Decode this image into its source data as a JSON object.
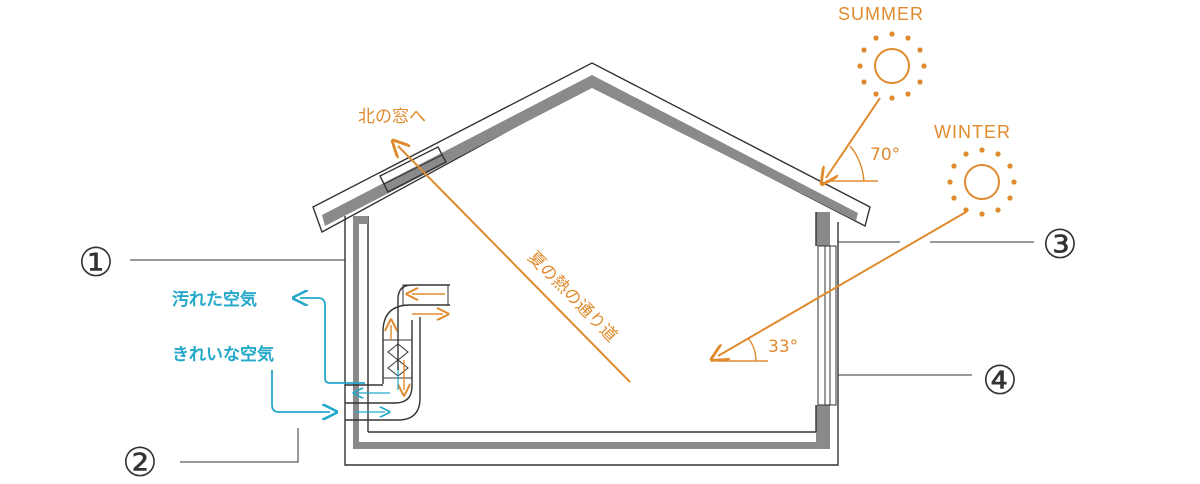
{
  "labels": {
    "summer": "SUMMER",
    "winter": "WINTER",
    "summer_angle": "70°",
    "winter_angle": "33°",
    "north_window": "北の窓へ",
    "heat_path": "夏の熱の通り道",
    "dirty_air": "汚れた空気",
    "clean_air": "きれいな空気"
  },
  "callouts": {
    "c1": "①",
    "c2": "②",
    "c3": "③",
    "c4": "④"
  },
  "colors": {
    "orange": "#e08a2e",
    "cyan": "#23a8c9",
    "wall": "#8a8a8a",
    "line": "#333333"
  }
}
